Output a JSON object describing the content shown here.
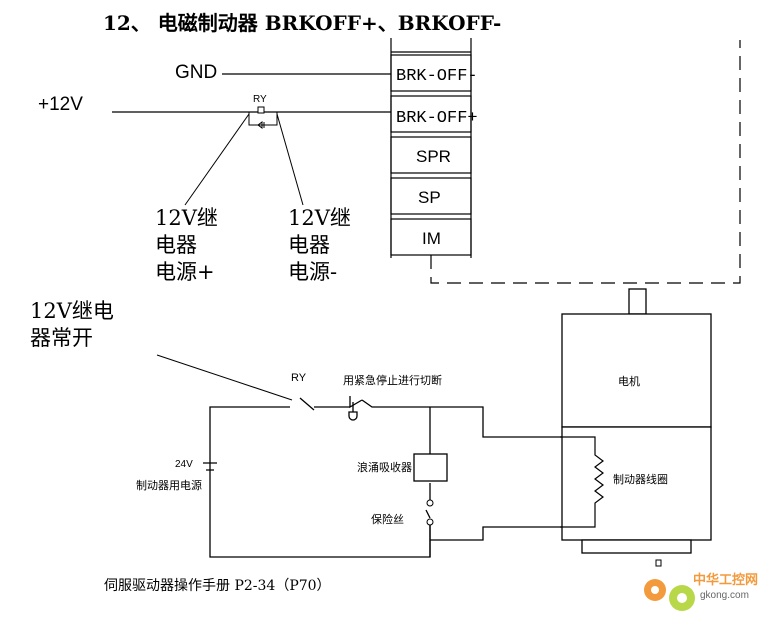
{
  "title": "12、 电磁制动器 BRKOFF+、BRKOFF-",
  "terminals": [
    "BRK-OFF-",
    "BRK-OFF+",
    "SPR",
    "SP",
    "IM"
  ],
  "gnd_label": "GND",
  "v12_label": "+12V",
  "relay_label": "RY",
  "relay_plus": [
    "12V继",
    "电器",
    "电源+"
  ],
  "relay_minus": [
    "12V继",
    "电器",
    "电源-"
  ],
  "relay_no": [
    "12V继电",
    "器常开"
  ],
  "ry_switch_label": "RY",
  "estop_label": "用紧急停止进行切断",
  "v24_label": "24V",
  "supply_label": "制动器用电源",
  "surge_label": "浪涌吸收器",
  "fuse_label": "保险丝",
  "motor_label": "电机",
  "coil_label": "制动器线圈",
  "caption": "伺服驱动器操作手册 P2-34（P70）",
  "watermark": {
    "cn": "中华工控网",
    "en": "gkong.com"
  }
}
